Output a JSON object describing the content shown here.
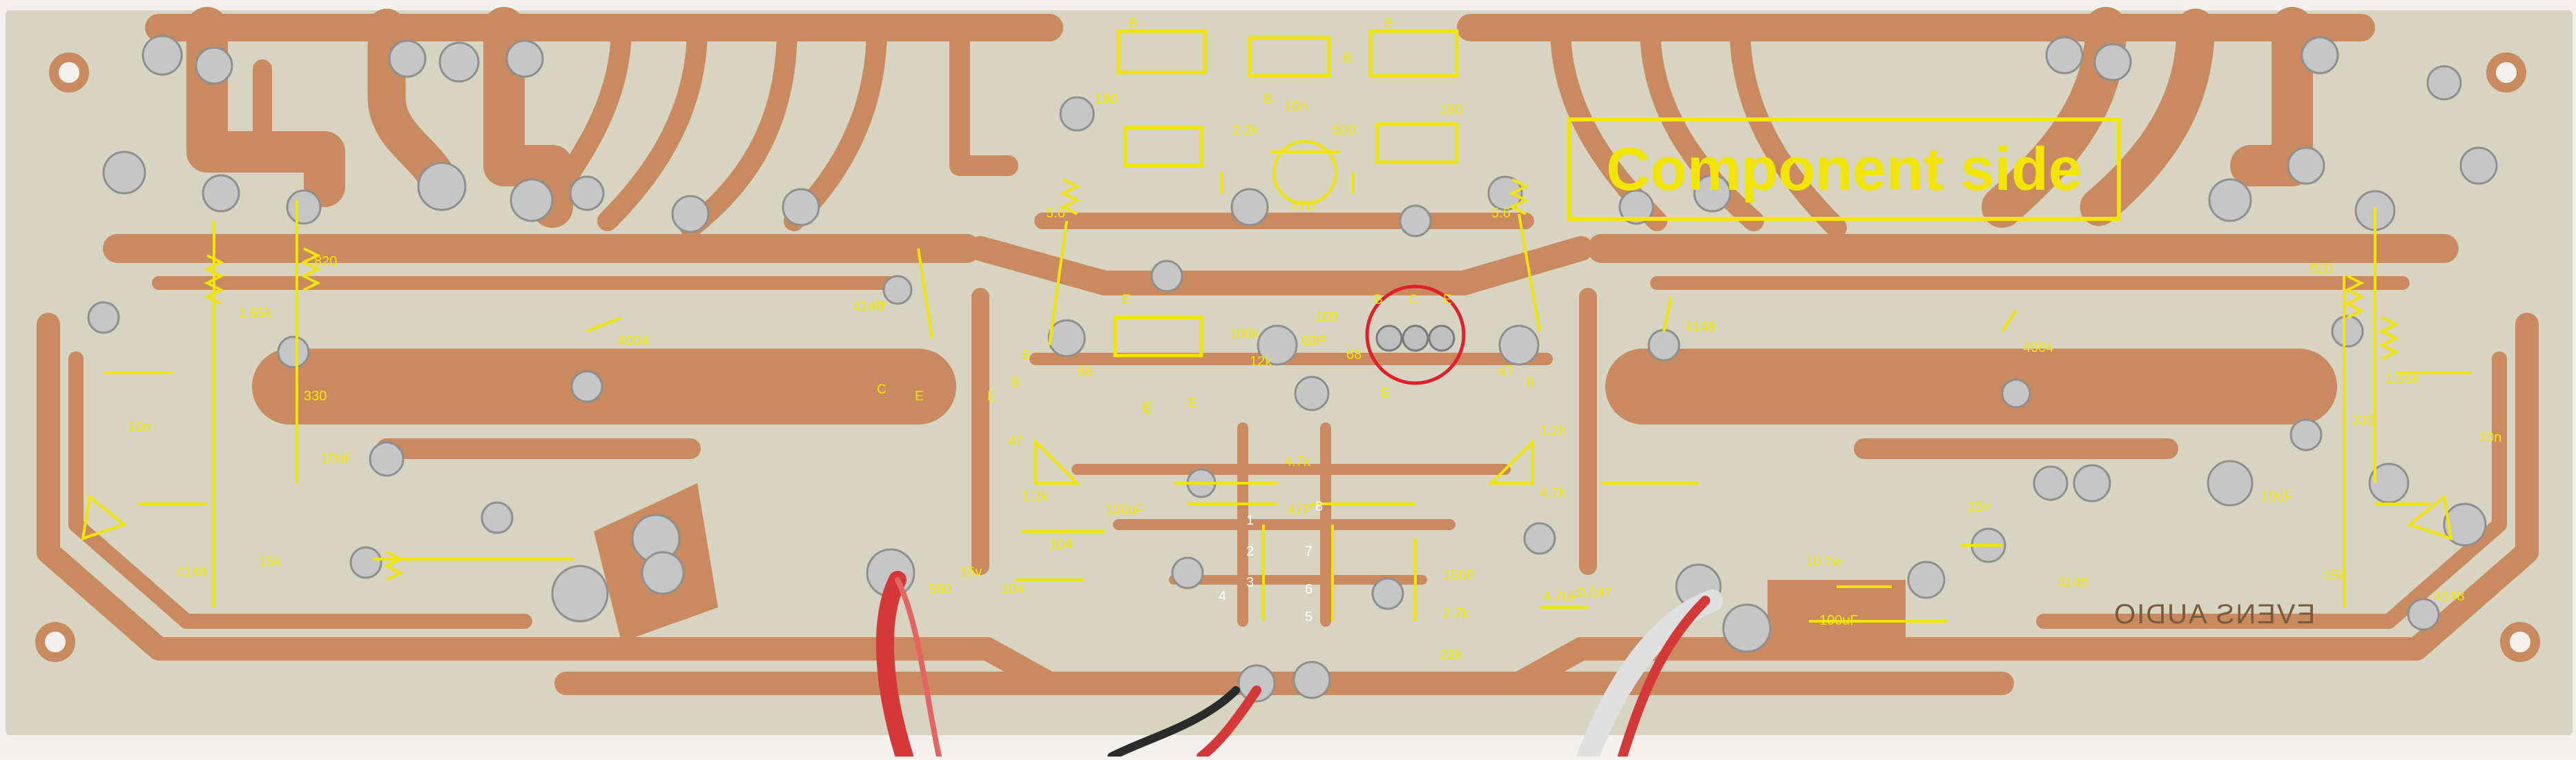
{
  "photo_caption": "Component side",
  "silkscreen_mirrored": "EVENS AUDIO",
  "annotation_color": "#f2e600",
  "board_colors": {
    "substrate": "#d9d5c5",
    "copper": "#c98a5f",
    "solder": "#c7c7c7",
    "highlight": "#e0202a"
  },
  "component_labels": [
    "180",
    "2.2k",
    "10n",
    "500",
    "180",
    "5.6",
    "470",
    "5.6",
    "820",
    "1.65k",
    "330",
    "10n",
    "10uF",
    "15k",
    "4148",
    "4004",
    "4148",
    "-Y",
    "100k",
    "12k",
    "68P",
    "100",
    "68",
    "68",
    "47",
    "47",
    "1.2k",
    "1.2k",
    "4.7k",
    "4.7k",
    "47P",
    "100uF",
    "104",
    "15v",
    "104",
    "560",
    "150P",
    "2.7k",
    "22k",
    "4.7uF",
    "0.047",
    "10 2w",
    "100uF",
    "15v",
    "4148",
    "4004",
    "820",
    "1.65k",
    "330",
    "10n",
    "10uF",
    "15k",
    "4148",
    "4148"
  ],
  "pin_letters": [
    "B",
    "B",
    "B",
    "B",
    "E",
    "C",
    "B",
    "C",
    "E",
    "E",
    "B",
    "C",
    "E",
    "B",
    "C",
    "E",
    "B",
    "E"
  ],
  "pin_numbers": [
    "1",
    "2",
    "3",
    "4",
    "5",
    "6",
    "7",
    "8"
  ]
}
